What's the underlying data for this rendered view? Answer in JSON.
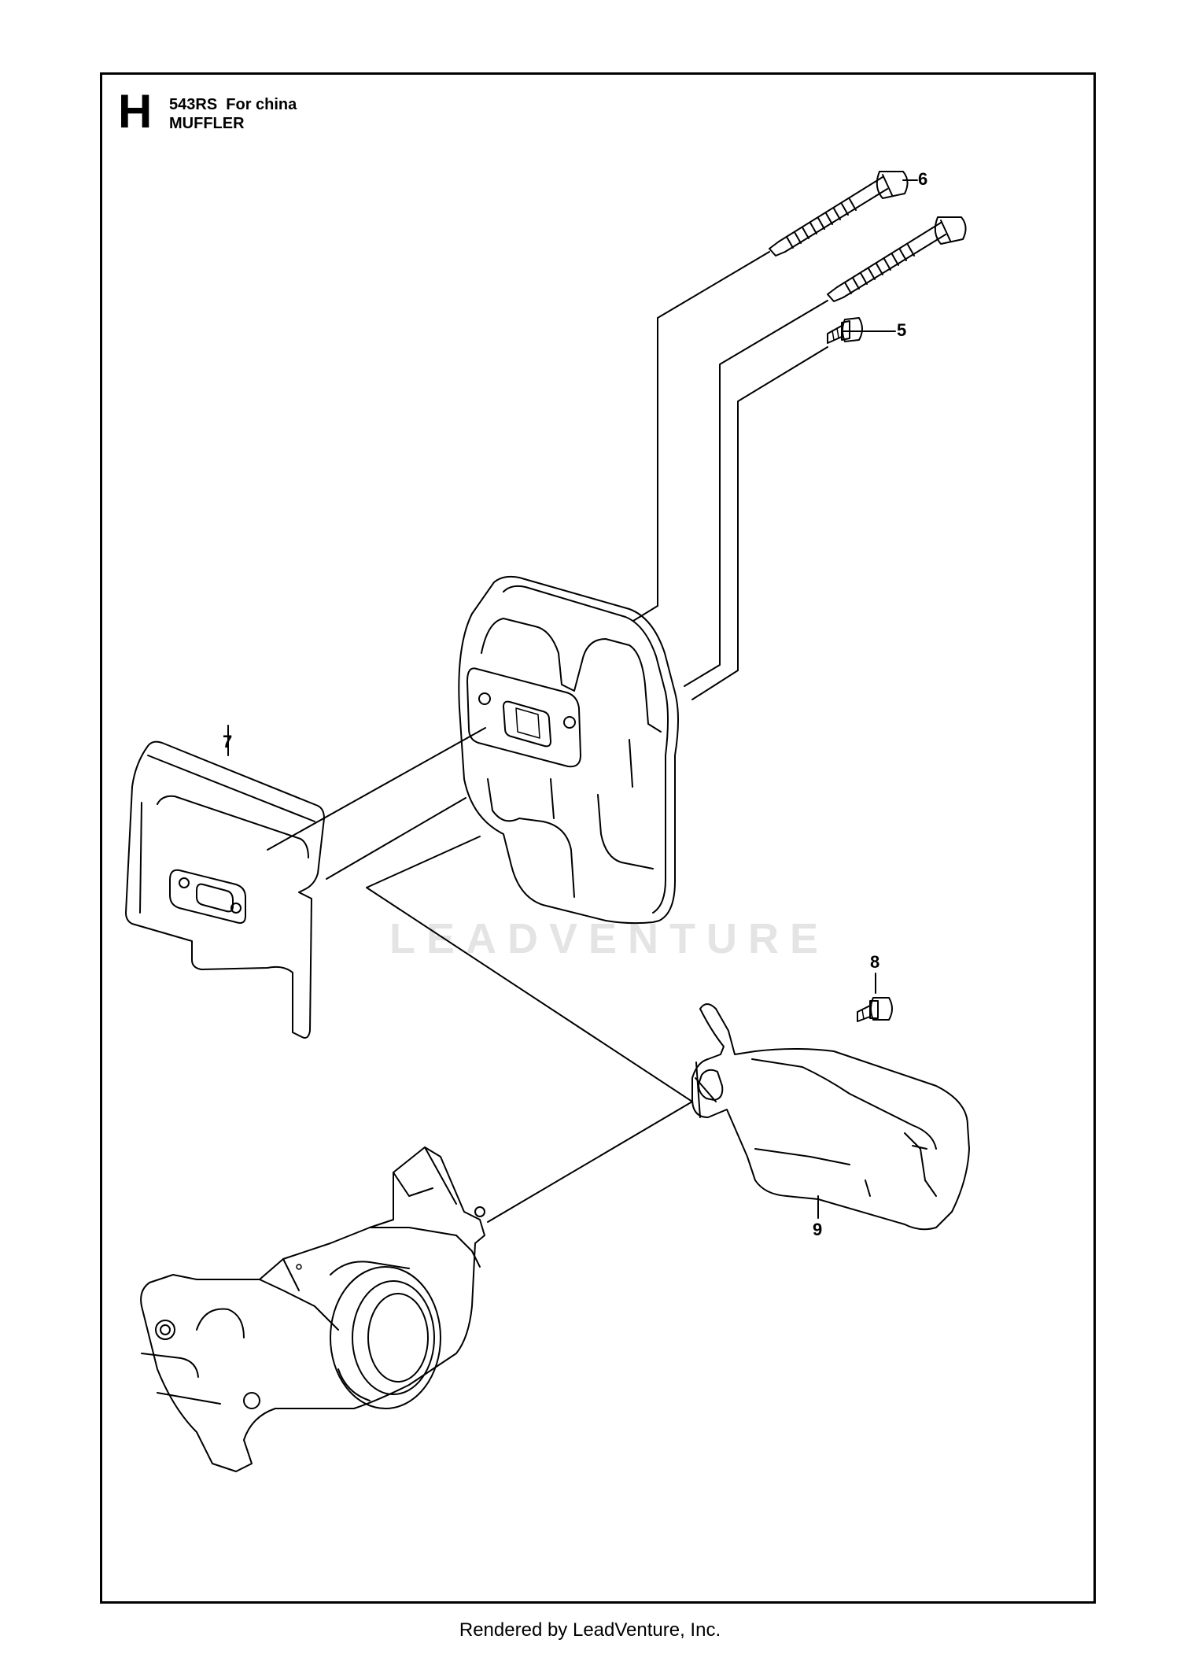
{
  "diagram": {
    "section_letter": "H",
    "model": "543RS  For china",
    "title": "MUFFLER",
    "callouts": {
      "c5": "5",
      "c6": "6",
      "c7": "7",
      "c8": "8",
      "c9": "9"
    },
    "watermark": "LEADVENTURE"
  },
  "footer": {
    "text": "Rendered by LeadVenture, Inc."
  }
}
